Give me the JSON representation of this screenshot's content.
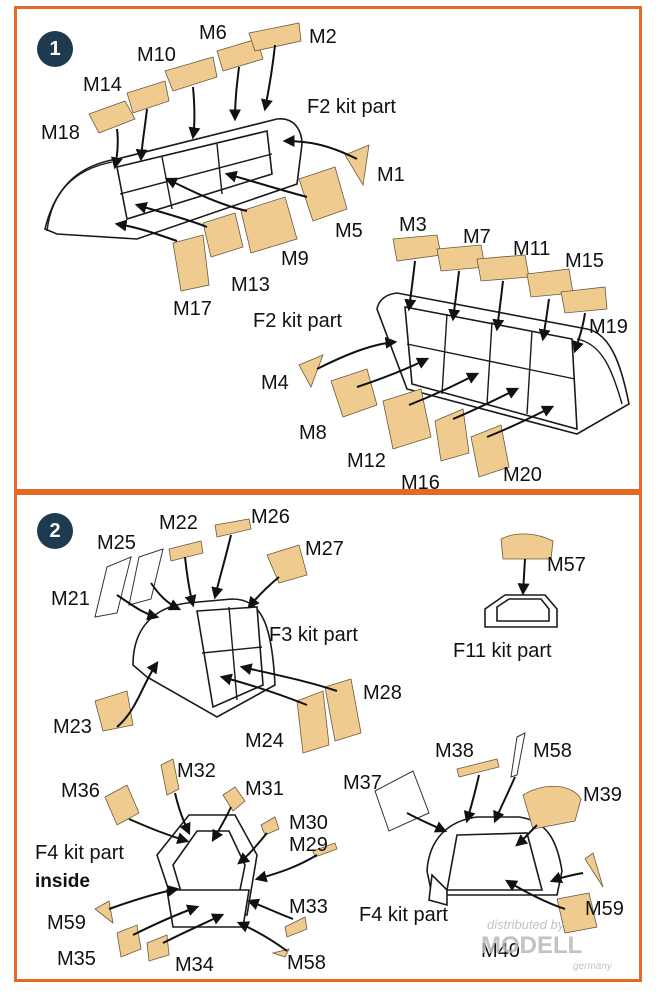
{
  "steps": [
    {
      "number": "1",
      "labels": {
        "m18": "M18",
        "m14": "M14",
        "m10": "M10",
        "m6": "M6",
        "m2": "M2",
        "f2a": "F2 kit part",
        "m1": "M1",
        "m5": "M5",
        "m9": "M9",
        "m13": "M13",
        "m17": "M17",
        "m3": "M3",
        "m7": "M7",
        "m11": "M11",
        "m15": "M15",
        "m19": "M19",
        "f2b": "F2 kit part",
        "m4": "M4",
        "m8": "M8",
        "m12": "M12",
        "m16": "M16",
        "m20": "M20"
      }
    },
    {
      "number": "2",
      "labels": {
        "m25": "M25",
        "m22": "M22",
        "m26": "M26",
        "m27": "M27",
        "m21": "M21",
        "f3": "F3 kit part",
        "m23": "M23",
        "m24": "M24",
        "m28": "M28",
        "m57": "M57",
        "f11": "F11 kit part",
        "m36": "M36",
        "m32": "M32",
        "m31": "M31",
        "m30": "M30",
        "m29": "M29",
        "f4a": "F4 kit part",
        "inside": "inside",
        "m59a": "M59",
        "m35": "M35",
        "m34": "M34",
        "m33": "M33",
        "m58a": "M58",
        "m38": "M38",
        "m58b": "M58",
        "m37": "M37",
        "m39": "M39",
        "f4b": "F4 kit part",
        "m59b": "M59",
        "m40": "M40"
      }
    }
  ],
  "watermark": {
    "line1": "distributed by",
    "line2": "MODELL",
    "line3": "germany"
  },
  "colors": {
    "border": "#e46a24",
    "mask": "#efcb8f",
    "badge": "#1d3a4f"
  }
}
